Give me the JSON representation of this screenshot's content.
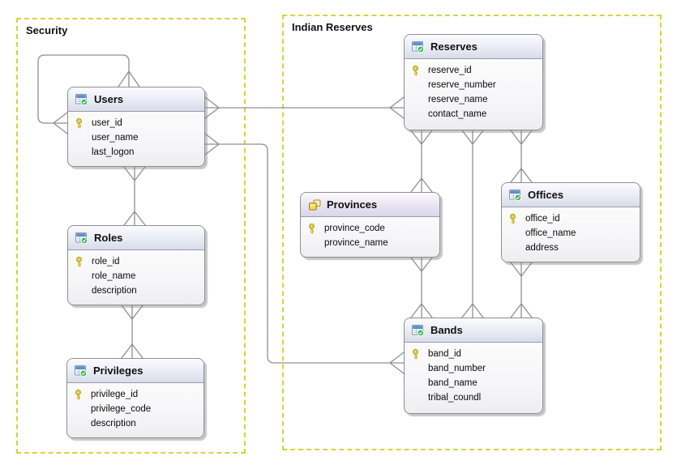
{
  "diagram": {
    "groups": [
      {
        "id": "security",
        "label": "Security"
      },
      {
        "id": "indian-reserves",
        "label": "Indian Reserves"
      }
    ],
    "tables": [
      {
        "id": "users",
        "title": "Users",
        "group": "security",
        "icon": "table-icon",
        "fields": [
          {
            "name": "user_id",
            "key": true
          },
          {
            "name": "user_name",
            "key": false
          },
          {
            "name": "last_logon",
            "key": false
          }
        ]
      },
      {
        "id": "roles",
        "title": "Roles",
        "group": "security",
        "icon": "table-icon",
        "fields": [
          {
            "name": "role_id",
            "key": true
          },
          {
            "name": "role_name",
            "key": false
          },
          {
            "name": "description",
            "key": false
          }
        ]
      },
      {
        "id": "privileges",
        "title": "Privileges",
        "group": "security",
        "icon": "table-icon",
        "fields": [
          {
            "name": "privilege_id",
            "key": true
          },
          {
            "name": "privilege_code",
            "key": false
          },
          {
            "name": "description",
            "key": false
          }
        ]
      },
      {
        "id": "reserves",
        "title": "Reserves",
        "group": "indian-reserves",
        "icon": "table-icon",
        "fields": [
          {
            "name": "reserve_id",
            "key": true
          },
          {
            "name": "reserve_number",
            "key": false
          },
          {
            "name": "reserve_name",
            "key": false
          },
          {
            "name": "contact_name",
            "key": false
          }
        ]
      },
      {
        "id": "provinces",
        "title": "Provinces",
        "group": "indian-reserves",
        "icon": "objects-icon",
        "fields": [
          {
            "name": "province_code",
            "key": true
          },
          {
            "name": "province_name",
            "key": false
          }
        ]
      },
      {
        "id": "offices",
        "title": "Offices",
        "group": "indian-reserves",
        "icon": "table-icon",
        "fields": [
          {
            "name": "office_id",
            "key": true
          },
          {
            "name": "office_name",
            "key": false
          },
          {
            "name": "address",
            "key": false
          }
        ]
      },
      {
        "id": "bands",
        "title": "Bands",
        "group": "indian-reserves",
        "icon": "table-icon",
        "fields": [
          {
            "name": "band_id",
            "key": true
          },
          {
            "name": "band_number",
            "key": false
          },
          {
            "name": "band_name",
            "key": false
          },
          {
            "name": "tribal_coundl",
            "key": false
          }
        ]
      }
    ],
    "relationships": [
      {
        "from": "users",
        "to": "users"
      },
      {
        "from": "users",
        "to": "reserves"
      },
      {
        "from": "users",
        "to": "roles"
      },
      {
        "from": "users",
        "to": "bands"
      },
      {
        "from": "roles",
        "to": "privileges"
      },
      {
        "from": "reserves",
        "to": "provinces"
      },
      {
        "from": "reserves",
        "to": "bands"
      },
      {
        "from": "reserves",
        "to": "offices"
      },
      {
        "from": "provinces",
        "to": "bands"
      },
      {
        "from": "offices",
        "to": "bands"
      }
    ],
    "colors": {
      "group_border": "#d6d23e",
      "relationship_line": "#8f8f8f",
      "entity_border": "#8e8e94",
      "key_icon_yellow": "#f3e13c",
      "check_icon_green": "#2eb44a",
      "table_icon_blue": "#5f8fd0"
    }
  }
}
